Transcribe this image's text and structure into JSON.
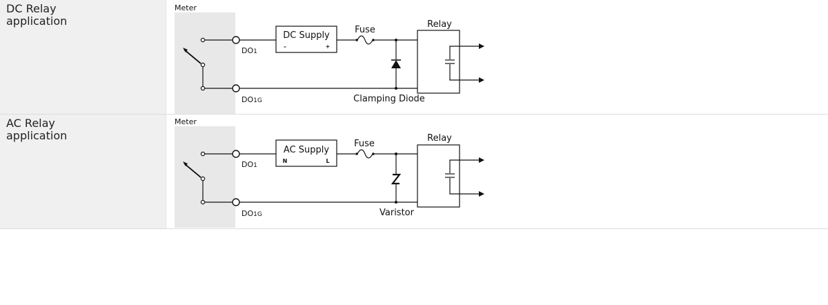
{
  "rows": [
    {
      "label_line1": "DC Relay",
      "label_line2": "application",
      "meter_label": "Meter",
      "supply_label": "DC Supply",
      "supply_left_terminal": "–",
      "supply_right_terminal": "+",
      "fuse_label": "Fuse",
      "relay_label": "Relay",
      "output_terminal_main": "DO",
      "output_terminal_sub": "1",
      "ground_terminal_main": "DO",
      "ground_terminal_sub": "1G",
      "protection_label": "Clamping Diode"
    },
    {
      "label_line1": "AC Relay",
      "label_line2": "application",
      "meter_label": "Meter",
      "supply_label": "AC Supply",
      "supply_left_terminal": "N",
      "supply_right_terminal": "L",
      "fuse_label": "Fuse",
      "relay_label": "Relay",
      "output_terminal_main": "DO",
      "output_terminal_sub": "1",
      "ground_terminal_main": "DO",
      "ground_terminal_sub": "1G",
      "protection_label": "Varistor"
    }
  ],
  "colors": {
    "meter_shade": "#e8e8e8",
    "wire": "#111111",
    "label_bg": "#f0f0f0"
  }
}
